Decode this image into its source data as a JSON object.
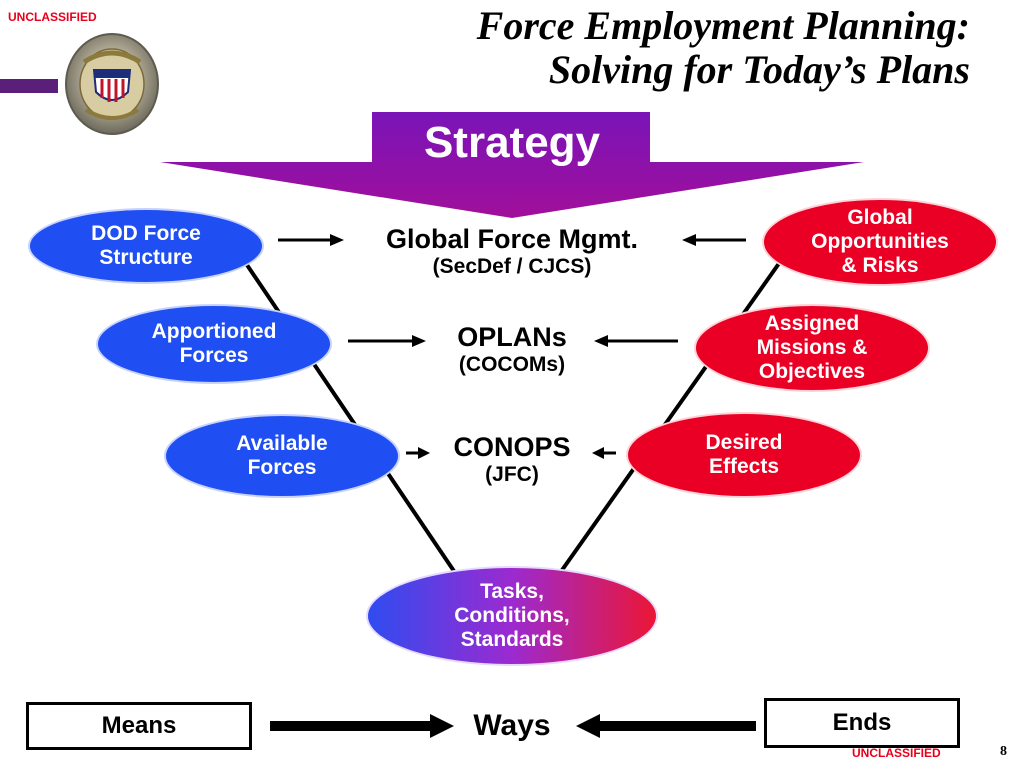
{
  "header": {
    "classification": "UNCLASSIFIED",
    "title_line1": "Force Employment Planning:",
    "title_line2": "Solving for Today’s Plans"
  },
  "strategy": {
    "label": "Strategy"
  },
  "means_column": [
    {
      "line1": "DOD Force",
      "line2": "Structure"
    },
    {
      "line1": "Apportioned",
      "line2": "Forces"
    },
    {
      "line1": "Available",
      "line2": "Forces"
    }
  ],
  "ends_column": [
    {
      "line1": "Global",
      "line2": "Opportunities",
      "line3": "& Risks"
    },
    {
      "line1": "Assigned",
      "line2": "Missions &",
      "line3": "Objectives"
    },
    {
      "line1": "Desired",
      "line2": "Effects"
    }
  ],
  "ways_column": [
    {
      "title": "Global Force Mgmt.",
      "subtitle": "(SecDef / CJCS)"
    },
    {
      "title": "OPLANs",
      "subtitle": "(COCOMs)"
    },
    {
      "title": "CONOPS",
      "subtitle": "(JFC)"
    }
  ],
  "bottom_oval": {
    "line1": "Tasks,",
    "line2": "Conditions,",
    "line3": "Standards"
  },
  "footer": {
    "means": "Means",
    "ways": "Ways",
    "ends": "Ends",
    "classification": "UNCLASSIFIED",
    "page_number": "8"
  },
  "colors": {
    "means_blue": "#1f4ff2",
    "ends_red": "#ea0024",
    "strategy_purple": "#8a12a8",
    "classification_red": "#e8001c"
  },
  "icons": {
    "seal": "joint-chiefs-seal-icon"
  }
}
